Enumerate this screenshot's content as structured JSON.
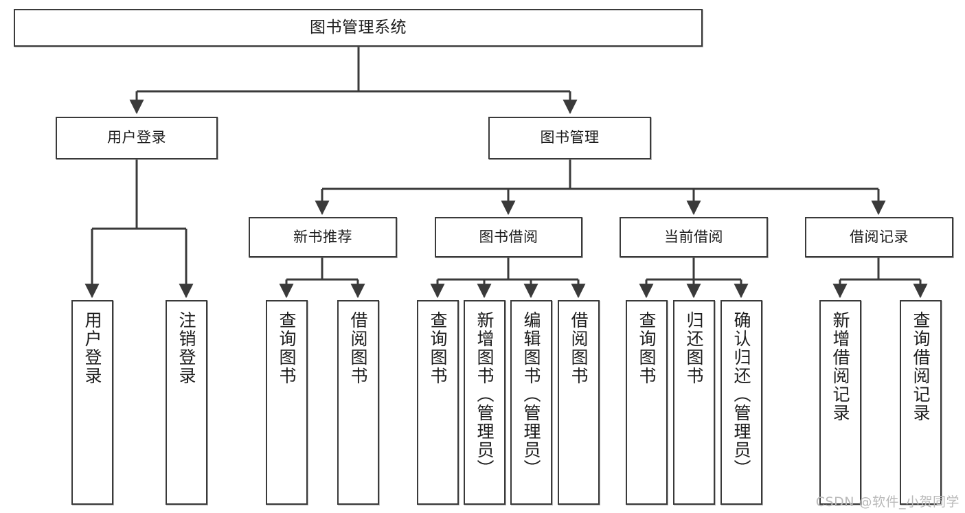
{
  "diagram": {
    "title": "图书管理系统",
    "type": "tree-hierarchy",
    "root": {
      "label": "图书管理系统"
    },
    "level2": [
      {
        "label": "用户登录"
      },
      {
        "label": "图书管理"
      }
    ],
    "level3": [
      {
        "label": "新书推荐"
      },
      {
        "label": "图书借阅"
      },
      {
        "label": "当前借阅"
      },
      {
        "label": "借阅记录"
      }
    ],
    "leaves": [
      {
        "label": "用户登录",
        "parent": "用户登录"
      },
      {
        "label": "注销登录",
        "parent": "用户登录"
      },
      {
        "label": "查询图书",
        "parent": "新书推荐"
      },
      {
        "label": "借阅图书",
        "parent": "新书推荐"
      },
      {
        "label": "查询图书",
        "parent": "图书借阅"
      },
      {
        "label": "新增图书（管理员）",
        "parent": "图书借阅"
      },
      {
        "label": "编辑图书（管理员）",
        "parent": "图书借阅"
      },
      {
        "label": "借阅图书",
        "parent": "图书借阅"
      },
      {
        "label": "查询图书",
        "parent": "当前借阅"
      },
      {
        "label": "归还图书",
        "parent": "当前借阅"
      },
      {
        "label": "确认归还（管理员）",
        "parent": "当前借阅"
      },
      {
        "label": "新增借阅记录",
        "parent": "借阅记录"
      },
      {
        "label": "查询借阅记录",
        "parent": "借阅记录"
      }
    ]
  },
  "watermark": {
    "text": "CSDN @软件_小贺同学"
  },
  "colors": {
    "stroke": "#3a3a3a",
    "fill": "#ffffff",
    "text": "#1d1d1d",
    "watermark": "#b9b9b9"
  }
}
